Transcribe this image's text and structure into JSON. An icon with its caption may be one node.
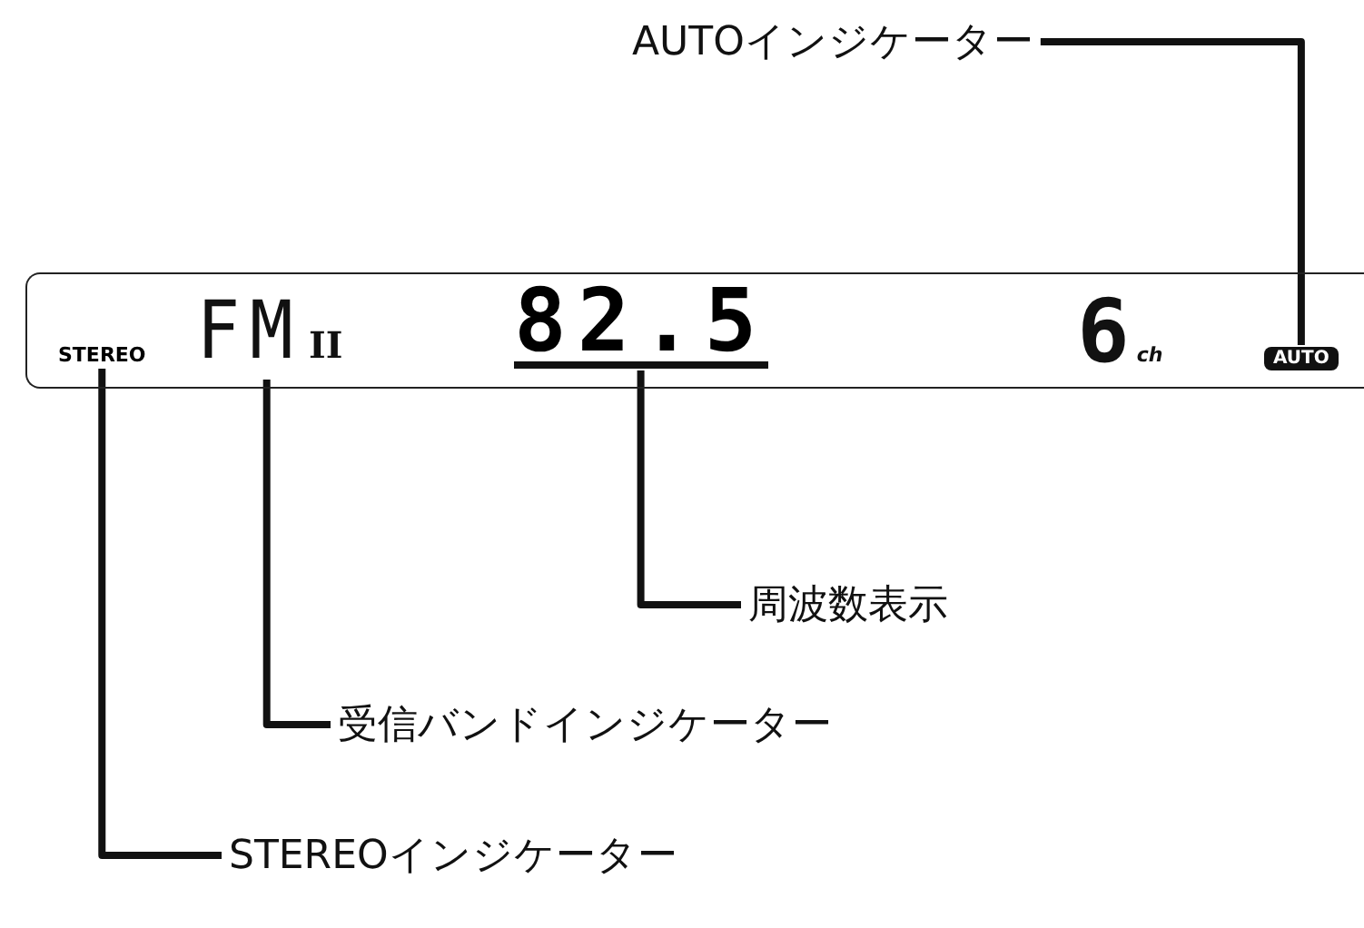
{
  "diagram": {
    "nodes": [
      {
        "text": [],
        "shape": "box"
      },
      {
        "text": [
          "STEREO"
        ],
        "in": 0
      },
      {
        "text": [
          "FM",
          "II"
        ],
        "in": 0
      },
      {
        "text": [
          "82.5"
        ],
        "in": 0
      },
      {
        "text": [
          "6",
          "ch"
        ],
        "in": 0
      },
      {
        "text": [
          "AUTO"
        ],
        "in": 0
      },
      {
        "text": [
          "AUTOインジケーター"
        ]
      },
      {
        "text": [
          "周波数表示"
        ]
      },
      {
        "text": [
          "受信バンドインジケーター"
        ]
      },
      {
        "text": [
          "STEREOインジケーター"
        ]
      }
    ],
    "edges": [
      {
        "from": 6,
        "to": 5,
        "arrow": "none"
      },
      {
        "from": 7,
        "to": 3,
        "arrow": "none"
      },
      {
        "from": 8,
        "to": 2,
        "arrow": "none"
      },
      {
        "from": 9,
        "to": 1,
        "arrow": "none"
      }
    ]
  }
}
